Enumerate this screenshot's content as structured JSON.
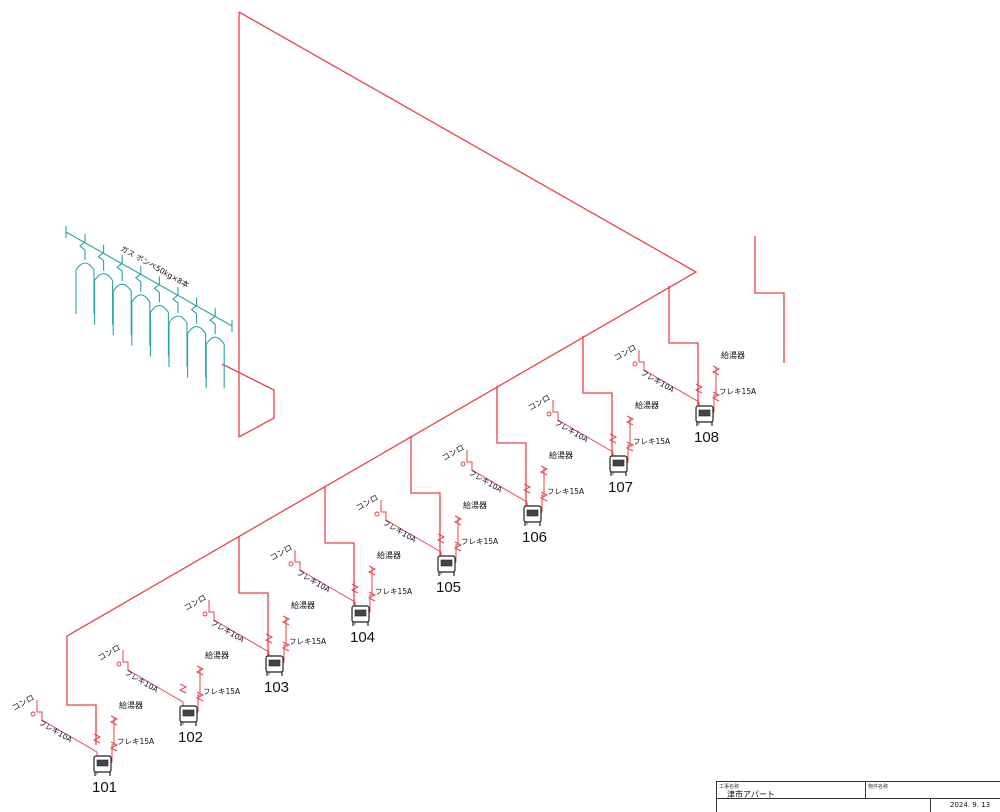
{
  "cylinders": {
    "label": "ボンベ50kg×8本",
    "label_prefix": "ガス",
    "count": 8
  },
  "units": [
    {
      "number": "101",
      "stove_label": "コンロ",
      "heater_label": "給湯器",
      "flex_stove": "フレキ10A",
      "flex_heater": "フレキ15A"
    },
    {
      "number": "102",
      "stove_label": "コンロ",
      "heater_label": "給湯器",
      "flex_stove": "フレキ10A",
      "flex_heater": "フレキ15A"
    },
    {
      "number": "103",
      "stove_label": "コンロ",
      "heater_label": "給湯器",
      "flex_stove": "フレキ10A",
      "flex_heater": "フレキ15A"
    },
    {
      "number": "104",
      "stove_label": "コンロ",
      "heater_label": "給湯器",
      "flex_stove": "フレキ10A",
      "flex_heater": "フレキ15A"
    },
    {
      "number": "105",
      "stove_label": "コンロ",
      "heater_label": "給湯器",
      "flex_stove": "フレキ10A",
      "flex_heater": "フレキ15A"
    },
    {
      "number": "106",
      "stove_label": "コンロ",
      "heater_label": "給湯器",
      "flex_stove": "フレキ10A",
      "flex_heater": "フレキ15A"
    },
    {
      "number": "107",
      "stove_label": "コンロ",
      "heater_label": "給湯器",
      "flex_stove": "フレキ10A",
      "flex_heater": "フレキ15A"
    },
    {
      "number": "108",
      "stove_label": "コンロ",
      "heater_label": "給湯器",
      "flex_stove": "フレキ10A",
      "flex_heater": "フレキ15A"
    }
  ],
  "title_block": {
    "project_label": "工事名称",
    "project_name": "津市アパート",
    "item_label": "物件名称",
    "item_value": "",
    "date": "2024. 9. 13"
  },
  "colors": {
    "pipe": "#e8434a",
    "cylinder": "#2aa3a3",
    "meter": "#222222"
  }
}
